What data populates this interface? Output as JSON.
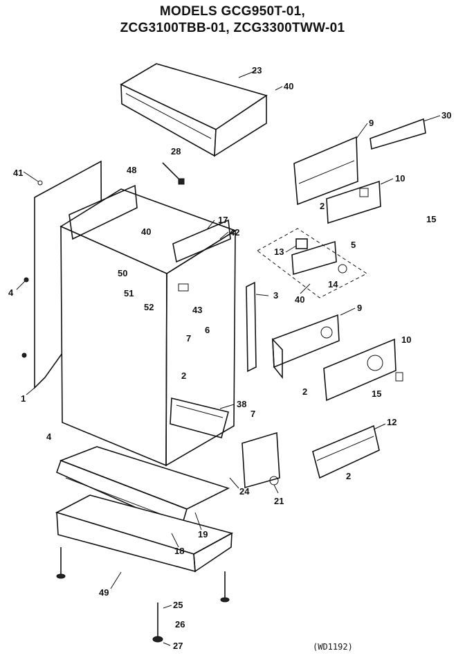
{
  "title": {
    "line1": "MODELS GCG950T-01,",
    "line2": "ZCG3100TBB-01, ZCG3300TWW-01"
  },
  "reference_code": "(WD1192)",
  "part_labels": {
    "p23": "23",
    "p40a": "40",
    "p9a": "9",
    "p30": "30",
    "p28": "28",
    "p48": "48",
    "p41": "41",
    "p10a": "10",
    "p2a": "2",
    "p15a": "15",
    "p17": "17",
    "p42": "42",
    "p40b": "40",
    "p13": "13",
    "p5": "5",
    "p50": "50",
    "p14": "14",
    "p40c": "40",
    "p4a": "4",
    "p51": "51",
    "p52": "52",
    "p43": "43",
    "p3": "3",
    "p6": "6",
    "p9b": "9",
    "p7a": "7",
    "p10b": "10",
    "p2b": "2",
    "p2c": "2",
    "p15b": "15",
    "p1": "1",
    "p38": "38",
    "p7b": "7",
    "p12": "12",
    "p4b": "4",
    "p24": "24",
    "p2d": "2",
    "p21": "21",
    "p19": "19",
    "p18": "18",
    "p49": "49",
    "p25": "25",
    "p26": "26",
    "p27": "27"
  }
}
